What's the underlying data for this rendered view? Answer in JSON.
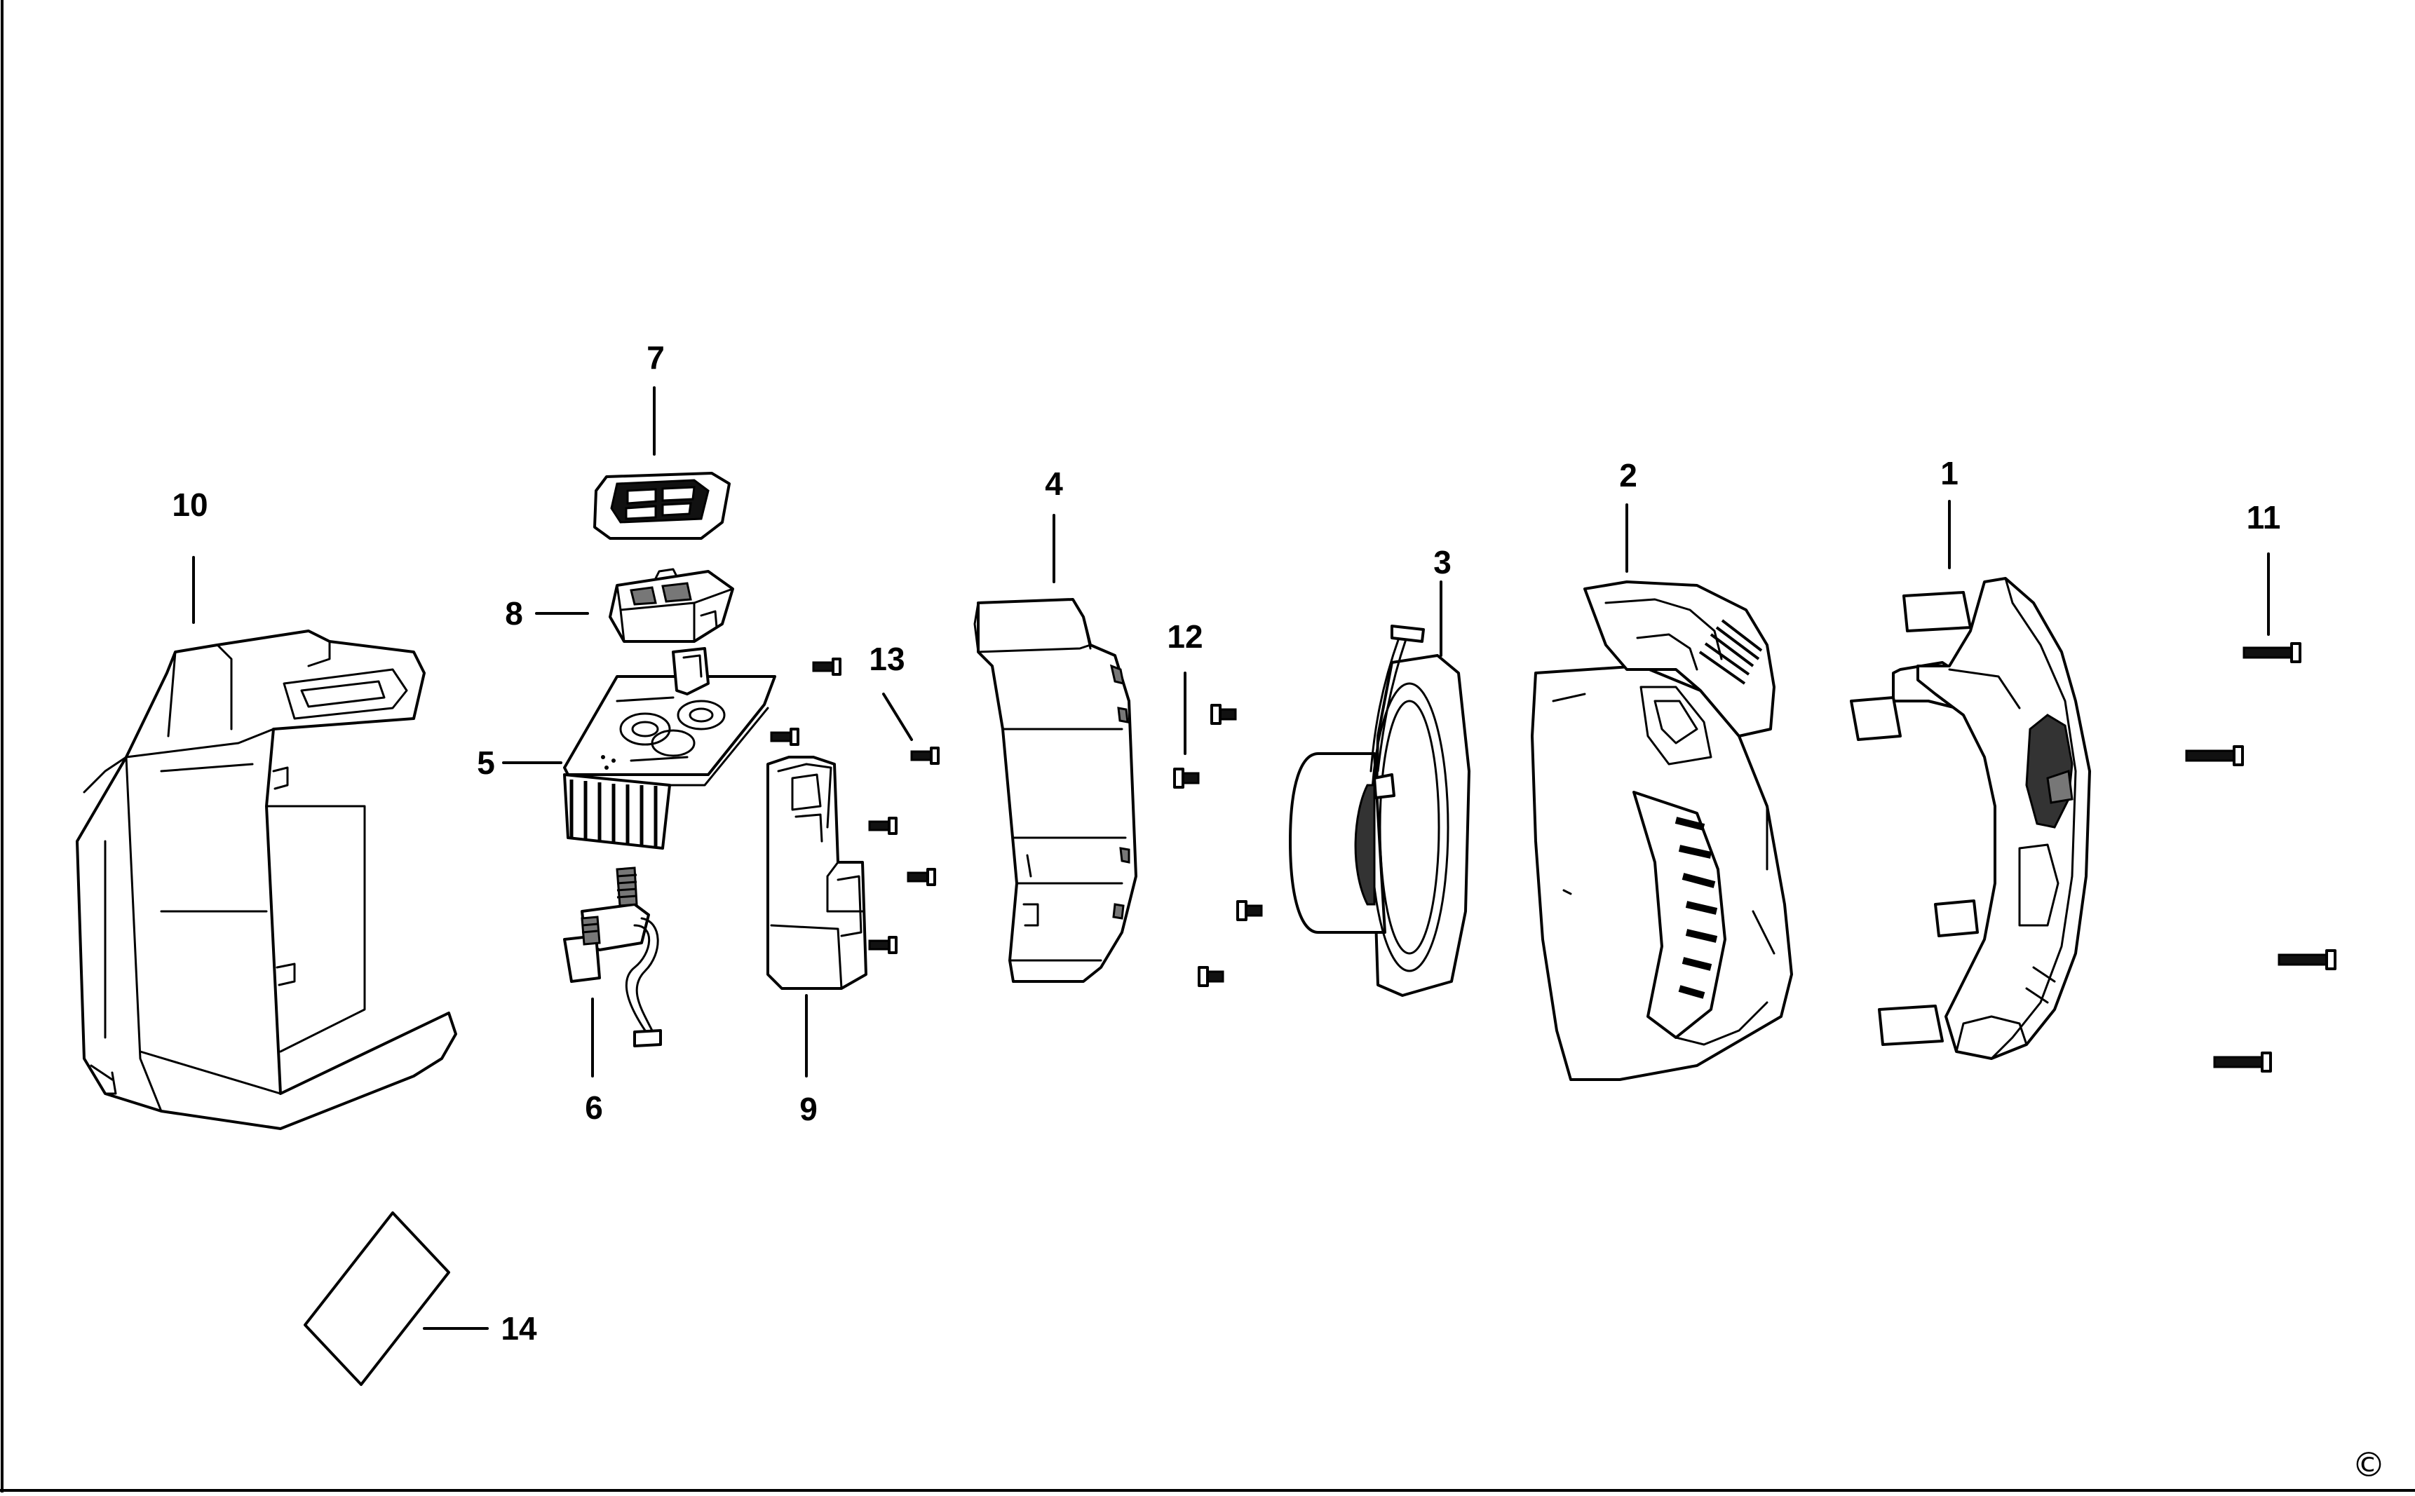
{
  "callouts": [
    "1",
    "2",
    "3",
    "4",
    "5",
    "6",
    "7",
    "8",
    "9",
    "10",
    "11",
    "12",
    "13",
    "14"
  ],
  "copyright_symbol": "©",
  "colors": {
    "line": "#000000",
    "background": "#ffffff"
  }
}
